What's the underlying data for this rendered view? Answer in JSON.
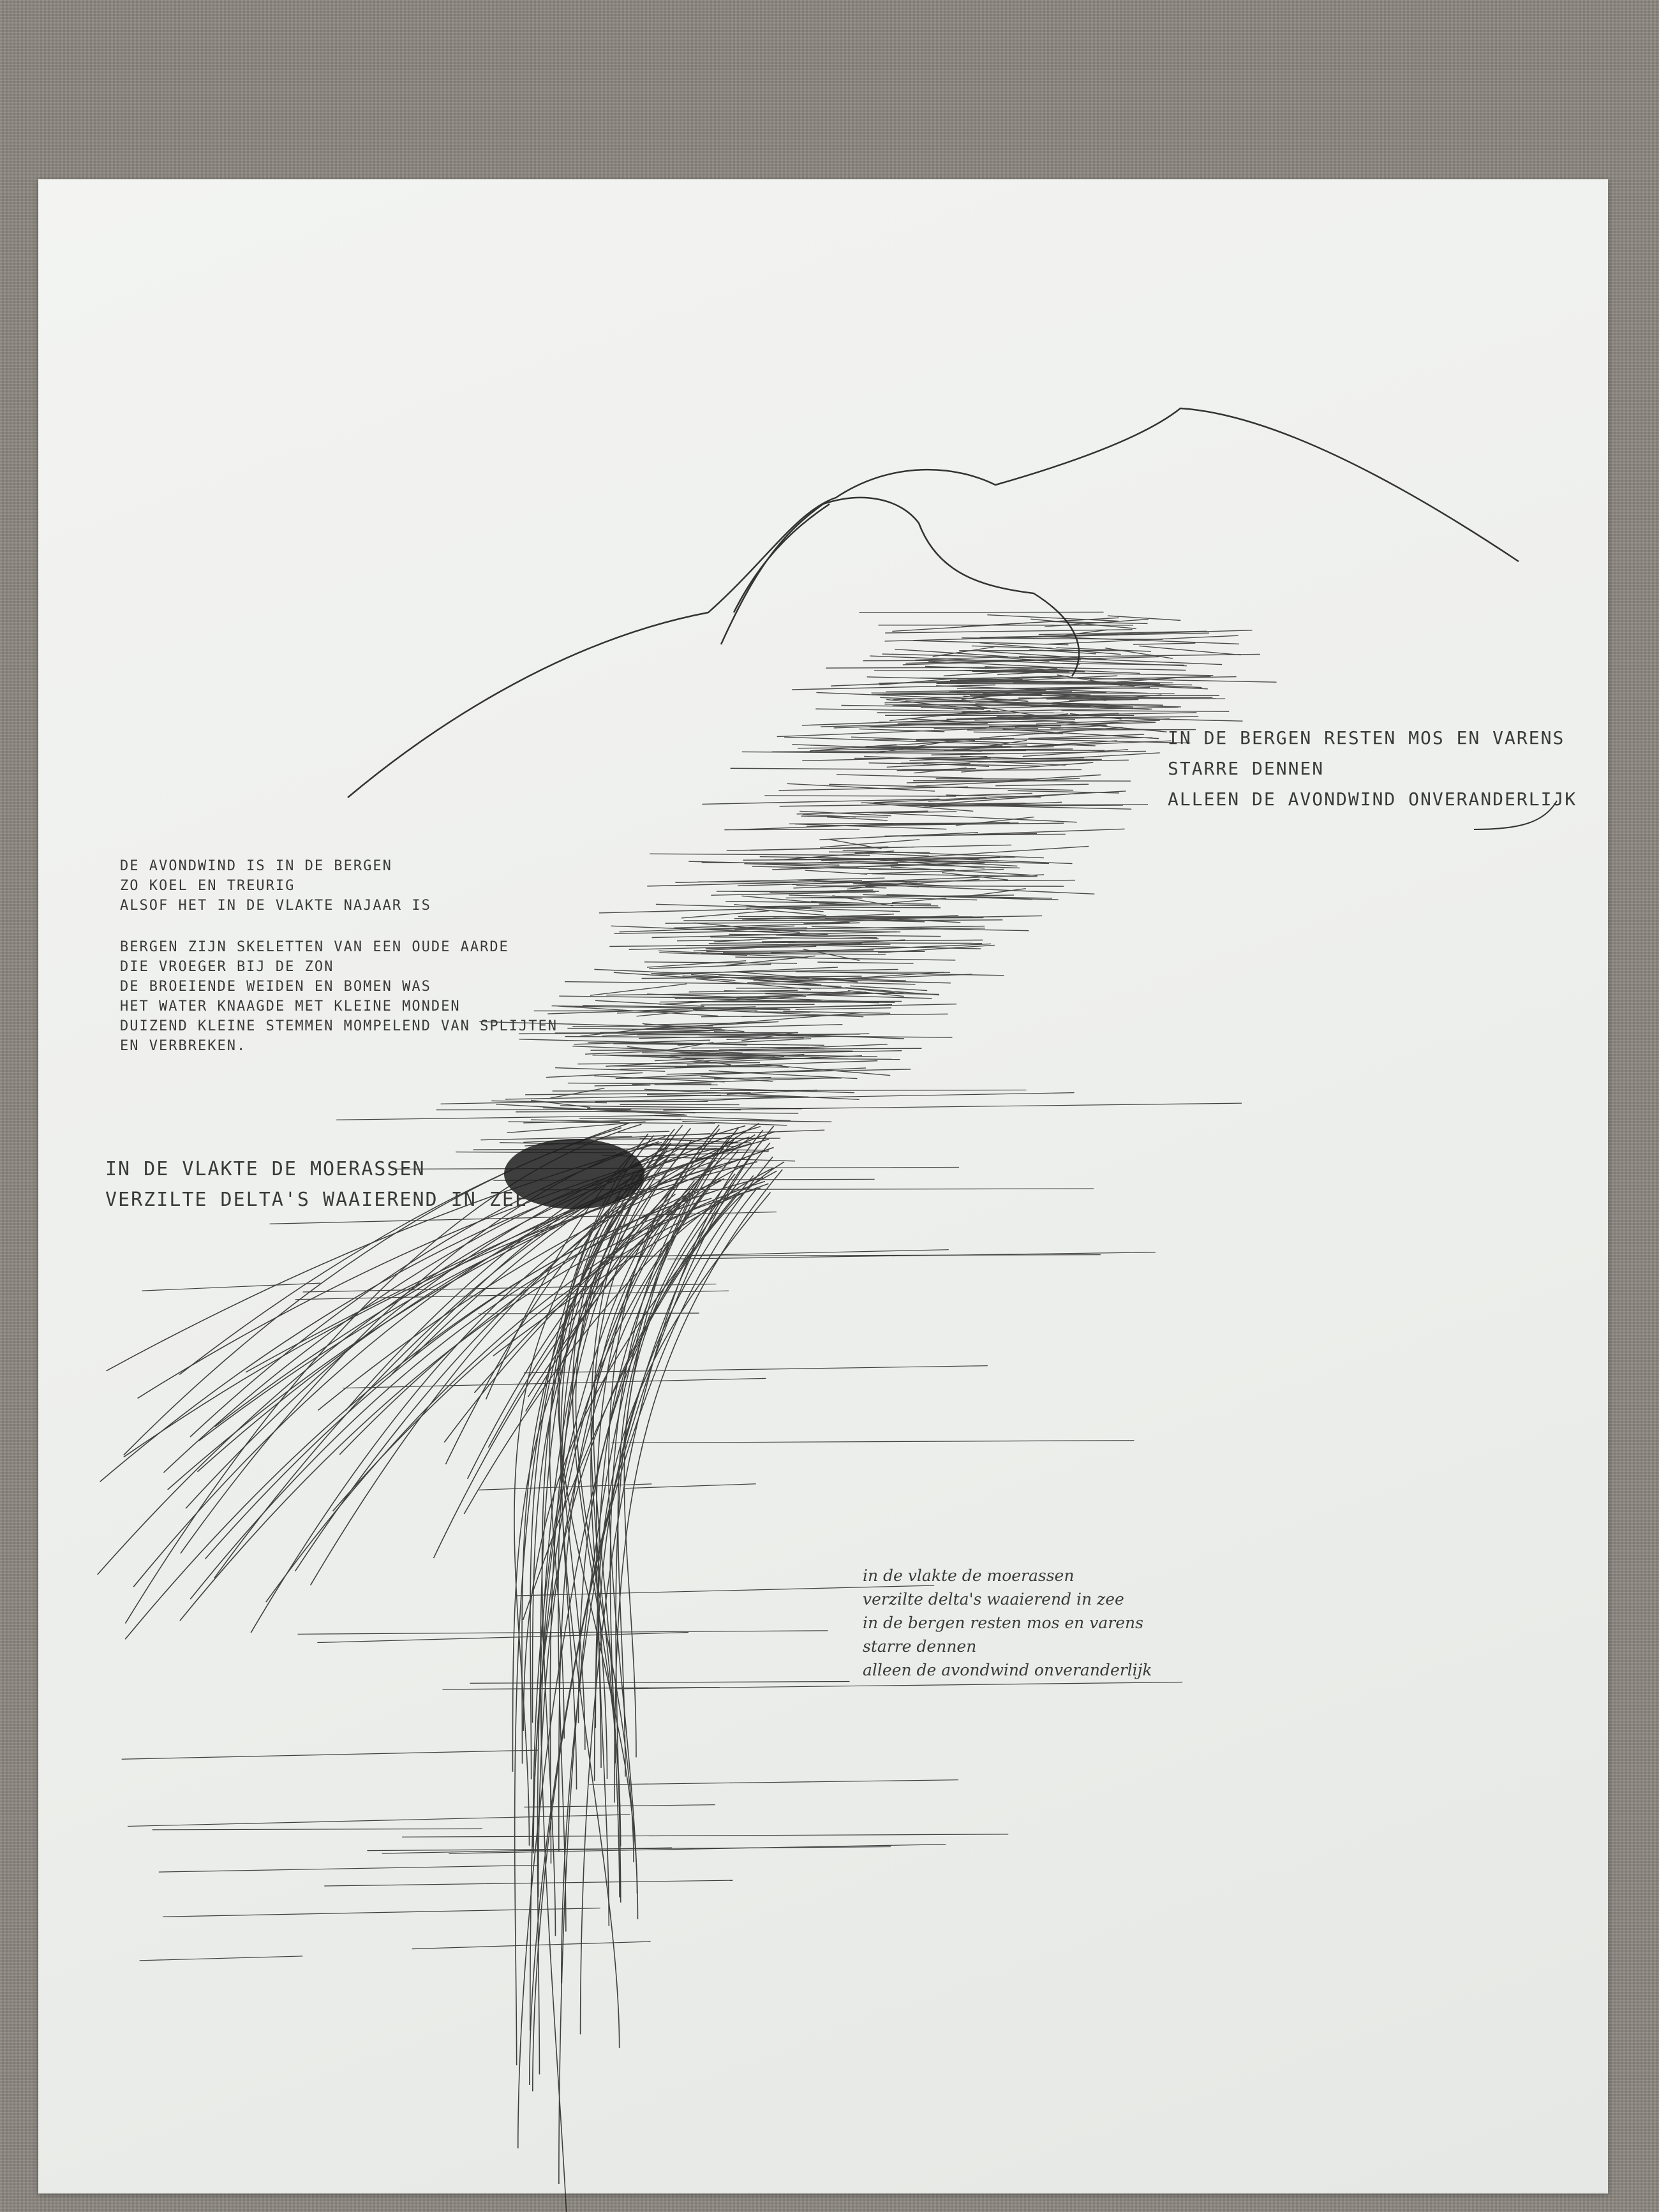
{
  "artwork": {
    "text_blocks": {
      "left_poem": [
        "De avondwind is in de bergen",
        "zo koel en treurig",
        "alsof het in de vlakte najaar is",
        "Bergen zijn skeletten van een oude aarde",
        "die vroeger bij de zon",
        "de broeiende weiden en bomen was",
        "het water knaagde met kleine monden",
        "duizend kleine stemmen mompelend van splijten",
        "en verbreken."
      ],
      "top_right": [
        "In de bergen resten mos en varens",
        "starre dennen",
        "alleen de avondwind onveranderlijk"
      ],
      "middle_left": [
        "In de vlakte de moerassen",
        "verzilte delta's waaierend in zee"
      ],
      "bottom_right": [
        "in de vlakte de moerassen",
        "verzilte delta's waaierend in zee",
        "in de bergen resten mos en varens",
        "starre dennen",
        "alleen de avondwind onveranderlijk"
      ]
    },
    "colors": {
      "ink": "#2a2a2a",
      "paper": "#f0f1ee",
      "background": "#8d8881"
    }
  }
}
